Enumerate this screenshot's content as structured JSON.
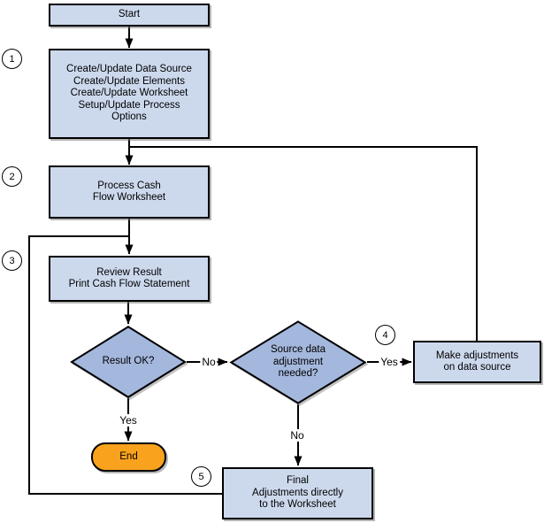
{
  "diagram": {
    "type": "flowchart",
    "description": "Cash flow worksheet process flow"
  },
  "nodes": {
    "start": {
      "label": "Start",
      "shape": "process-rect"
    },
    "setup": {
      "label": "Create/Update Data Source\nCreate/Update Elements\nCreate/Update Worksheet\nSetup/Update Process\nOptions",
      "shape": "process-rect"
    },
    "process": {
      "label": "Process Cash\nFlow Worksheet",
      "shape": "process-rect"
    },
    "review": {
      "label": "Review Result\nPrint Cash Flow Statement",
      "shape": "process-rect"
    },
    "result_ok": {
      "label": "Result OK?",
      "shape": "decision-diamond"
    },
    "source_adjustment": {
      "label": "Source data\nadjustment\nneeded?",
      "shape": "decision-diamond"
    },
    "make_adjustments": {
      "label": "Make adjustments\non data source",
      "shape": "process-rect"
    },
    "end": {
      "label": "End",
      "shape": "terminator"
    },
    "final_adjustments": {
      "label": "Final\nAdjustments directly\nto the Worksheet",
      "shape": "process-rect"
    }
  },
  "step_markers": [
    "1",
    "2",
    "3",
    "4",
    "5"
  ],
  "edge_labels": {
    "result_no": "No",
    "source_yes": "Yes",
    "result_yes": "Yes",
    "source_no": "No"
  },
  "colors": {
    "process_fill": "#ccd9ed",
    "decision_fill": "#a4b7dd",
    "terminator_fill": "#f9a21d",
    "line": "#000000",
    "text": "#000000",
    "background": "#ffffff"
  }
}
